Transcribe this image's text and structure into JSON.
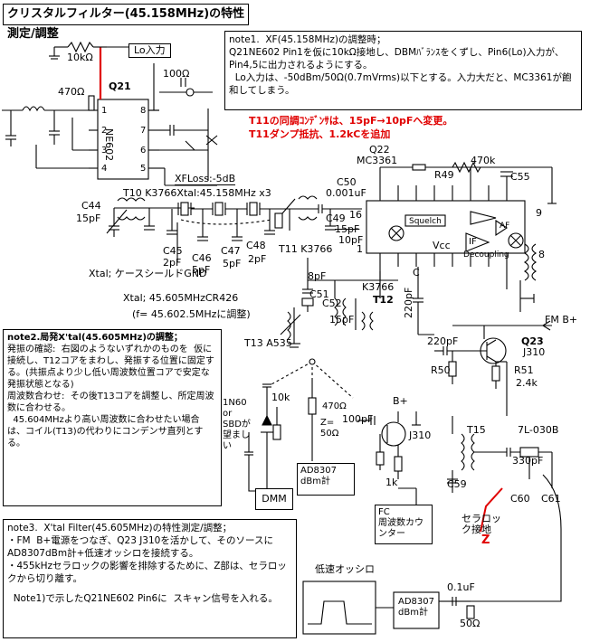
{
  "title": "クリスタルフィルター(45.158MHz)の特性測定/調整",
  "note1": {
    "heading": "note1.  XF(45.158MHz)の調整時；",
    "lines": [
      "Q21NE602 Pin1を仮に10kΩ接地し、DBMﾊﾞﾗﾝｽをくずし、Pin6(Lo)入力が、Pin4,5に出力されるようにする。",
      "  Lo入力は、-50dBm/50Ω(0.7mVrms)以下とする。入力大だと、MC3361が飽和してしまう。"
    ]
  },
  "red_note": {
    "line1": "T11の同調ｺﾝﾃﾞﾝｻは、15pF→10pFへ変更。",
    "line2": "T11ダンプ抵抗、1.2kCを追加"
  },
  "note2": {
    "heading": "note2.局発X'tal(45.605MHz)の調整；",
    "lines": [
      "発振の確認:  右図のようないずれかのものを  仮に接続し、T12コアをまわし、発振する位置に固定する。(共振点より少し低い周波数位置コアで安定な発振状態となる)",
      "周波数合わせ:  その後T13コアを調整し、所定周波数に合わせる。",
      "  45.604MHzより高い周波数に合わせたい場合は、コイル(T13)の代わりにコンデンサ直列とする。"
    ]
  },
  "note3": {
    "heading": "note3.  X'tal Filter(45.605MHz)の特性測定/調整；",
    "lines": [
      "・FM  B+電源をつなぎ、Q23 J310を活かして、そのソースに  AD8307dBm計+低速オッシロを接続する。",
      "・455kHzセラロックの影響を排除するために、Z部は、セラロックから切り離す。",
      "",
      "  Note1)で示したQ21NE602 Pin6に  スキャン信号を入れる。"
    ]
  },
  "labels": {
    "lo_input": "Lo入力",
    "r10k": "10kΩ",
    "r100": "100Ω",
    "r470": "470Ω",
    "q21": "Q21",
    "ne602": "NE602",
    "pin1": "1",
    "pin2": "2",
    "pin3": "3",
    "pin4": "4",
    "pin5": "5",
    "pin6": "6",
    "pin7": "7",
    "pin8": "8",
    "xfloss": "XFLoss:-5dB",
    "t10": "T10 K3766Xtal:45.158MHz x3",
    "c44": "C44",
    "c44v": "15pF",
    "c45": "C45",
    "c45v": "2pF",
    "c46": "C46",
    "c46v": "5pF",
    "c47": "C47",
    "c47v": "5pF",
    "c48": "C48",
    "c48v": "2pF",
    "xtal_gnd": "Xtal; ケースシールドGND",
    "t11": "T11 K3766",
    "c49": "C49",
    "c49v1": "15pF",
    "c49v2": "10pF",
    "c50": "C50",
    "c50v": "0.001uF",
    "q22": "Q22",
    "mc3361": "MC3361",
    "r49": "R49",
    "r470k": "470k",
    "c55": "C55",
    "pin16": "16",
    "pin9": "9",
    "pin1b": "1",
    "pin8b": "8",
    "squelch": "Squelch",
    "af": "AF",
    "vcc": "Vcc",
    "if": "IF",
    "decoupling": "Decoupling",
    "xtal2": "Xtal; 45.605MHzCR426",
    "f_adj": "(f= 45.602.5MHzに調整)",
    "c8pf": "8pF",
    "c51": "C51",
    "k3766b": "K3766",
    "c52": "C52",
    "t12": "T12",
    "c15pf": "15pF",
    "c220pf": "220pF",
    "c_tail": "C",
    "t13": "T13 A535",
    "fmb": "FM B+",
    "q23": "Q23",
    "j310": "J310",
    "c220b": "220pF",
    "r50": "R50",
    "r51": "R51",
    "r51v": "2.4k",
    "diode": "1N60 or SBDが望ましい",
    "r10k2": "10k",
    "r470b": "470Ω",
    "z50": "Z=\n50Ω",
    "c100pf": "100pF",
    "bplus": "B+",
    "j310b": "J310",
    "r1k": "1k",
    "ad8307a": "AD8307\ndBm計",
    "dmm": "DMM",
    "fc_counter": "FC\n周波数カウンター",
    "t15": "T15",
    "t15part": "7L-030B",
    "c330": "330pF",
    "c59": "C59",
    "c60": "C60",
    "c61": "C61",
    "ceralock": "セラロック接地",
    "z": "Z",
    "scope": "低速オッシロ",
    "ad8307b": "AD8307\ndBm計",
    "c01uf": "0.1uF",
    "r50ohm": "50Ω"
  },
  "colors": {
    "red": "#e00000",
    "line": "#000000"
  }
}
